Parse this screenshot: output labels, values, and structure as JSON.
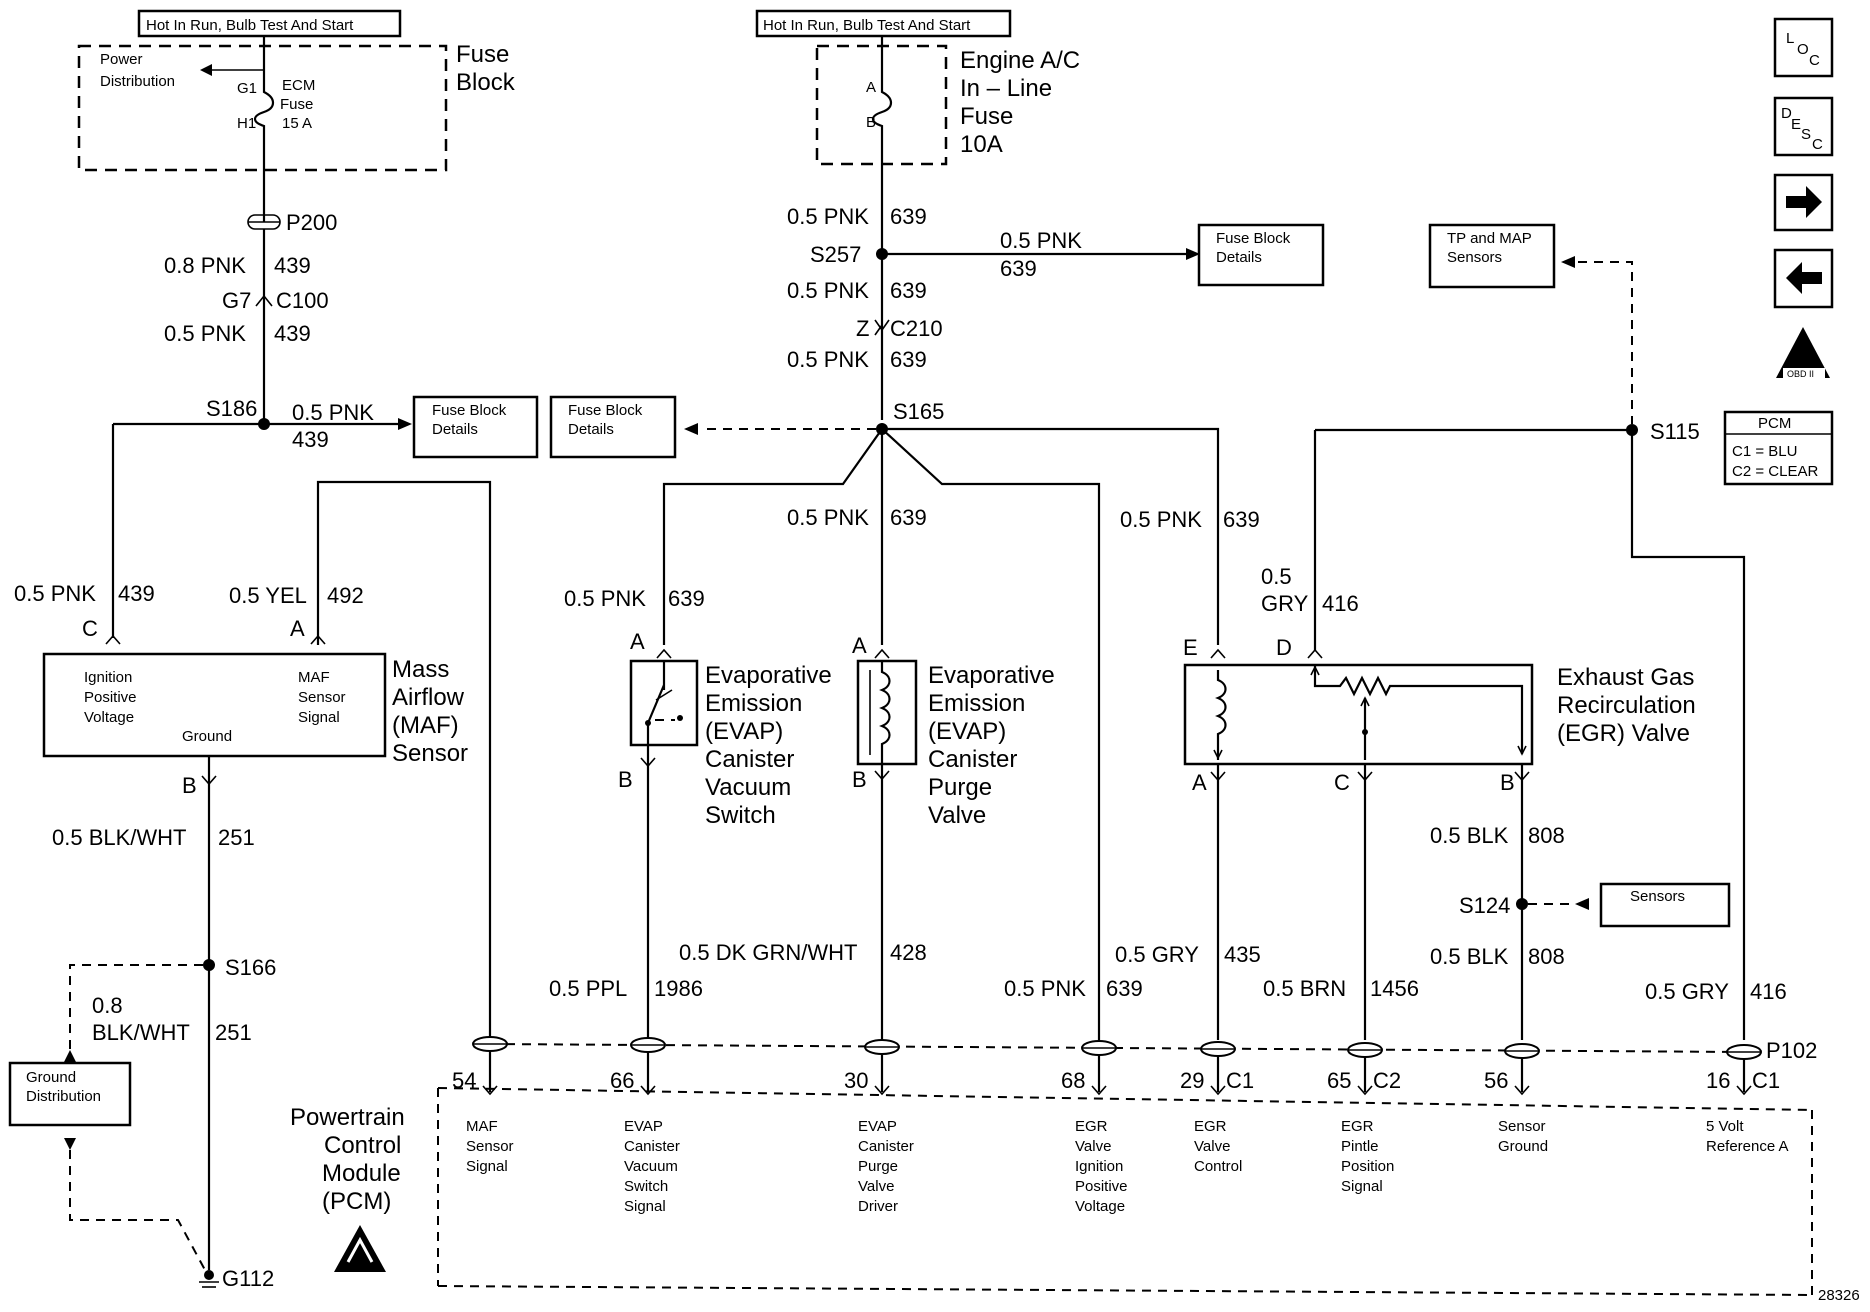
{
  "fuse_block": {
    "hot_label": "Hot In Run, Bulb Test And Start",
    "power_dist": [
      "Power",
      "Distribution"
    ],
    "g1": "G1",
    "h1": "H1",
    "fuse": [
      "ECM",
      "Fuse",
      "15 A"
    ],
    "name": [
      "Fuse",
      "Block"
    ]
  },
  "left_chain": {
    "p200": "P200",
    "w1": "0.8 PNK",
    "w1_id": "439",
    "g7": "G7",
    "c100": "C100",
    "w2": "0.5 PNK",
    "w2_id": "439",
    "s186": "S186",
    "w3": "0.5 PNK",
    "w3_id": "439",
    "fbd1": [
      "Fuse Block",
      "Details"
    ],
    "w4": "0.5 PNK",
    "w4_id": "439",
    "w5": "0.5 YEL",
    "w5_id": "492",
    "pinC": "C",
    "pinA": "A",
    "pinB": "B"
  },
  "maf": {
    "ign": [
      "Ignition",
      "Positive",
      "Voltage"
    ],
    "sig": [
      "MAF",
      "Sensor",
      "Signal"
    ],
    "gnd": "Ground",
    "name": [
      "Mass",
      "Airflow",
      "(MAF)",
      "Sensor"
    ],
    "w_b": "0.5 BLK/WHT",
    "w_b_id": "251",
    "s166": "S166",
    "w_gd1": "0.8",
    "w_gd2": "BLK/WHT",
    "w_gd_id": "251",
    "ground_dist": [
      "Ground",
      "Distribution"
    ],
    "g112": "G112"
  },
  "center": {
    "hot_label": "Hot In Run, Bulb Test And Start",
    "fuse_pinA": "A",
    "fuse_pinB": "B",
    "fuse_name": [
      "Engine A/C",
      "In – Line",
      "Fuse",
      "10A"
    ],
    "w1": "0.5 PNK",
    "w1_id": "639",
    "s257": "S257",
    "w2": "0.5 PNK",
    "w2_id": "639",
    "fbd2": [
      "Fuse Block",
      "Details"
    ],
    "w3": "0.5 PNK",
    "w3_id": "639",
    "z": "Z",
    "c210": "C210",
    "w4": "0.5 PNK",
    "w4_id": "639",
    "s165": "S165",
    "fbd3": [
      "Fuse Block",
      "Details"
    ],
    "w5": "0.5 PNK",
    "w5_id": "639",
    "w6": "0.5 PNK",
    "w6_id": "639",
    "w7": "0.5 PNK",
    "w7_id": "639"
  },
  "evap_switch": {
    "pinA": "A",
    "pinB": "B",
    "name": [
      "Evaporative",
      "Emission",
      "(EVAP)",
      "Canister",
      "Vacuum",
      "Switch"
    ],
    "w_out": "0.5 PPL",
    "w_out_id": "1986"
  },
  "evap_purge": {
    "pinA": "A",
    "pinB": "B",
    "name": [
      "Evaporative",
      "Emission",
      "(EVAP)",
      "Canister",
      "Purge",
      "Valve"
    ],
    "w_out": "0.5 DK GRN/WHT",
    "w_out_id": "428"
  },
  "egr": {
    "pinE": "E",
    "pinD": "D",
    "pinA": "A",
    "pinC": "C",
    "pinB": "B",
    "name": [
      "Exhaust Gas",
      "Recirculation",
      "(EGR) Valve"
    ],
    "w_d1": "0.5",
    "w_d2": "GRY",
    "w_d_id": "416",
    "w_a": "0.5 GRY",
    "w_a_id": "435",
    "w_c": "0.5 BRN",
    "w_c_id": "1456",
    "w_b": "0.5 BLK",
    "w_b_id": "808",
    "s124": "S124",
    "sensors": "Sensors",
    "w_b2": "0.5 BLK",
    "w_b2_id": "808",
    "w_68": "0.5 PNK",
    "w_68_id": "639"
  },
  "right": {
    "tp_map": [
      "TP and MAP",
      "Sensors"
    ],
    "s115": "S115",
    "w_16": "0.5 GRY",
    "w_16_id": "416",
    "p102": "P102",
    "pcm_legend": [
      "PCM",
      "C1 = BLU",
      "C2 = CLEAR"
    ]
  },
  "pcm": {
    "name": [
      "Powertrain",
      "Control",
      "Module",
      "(PCM)"
    ],
    "pins": [
      {
        "num": "54",
        "conn": "",
        "lines": [
          "MAF",
          "Sensor",
          "Signal"
        ]
      },
      {
        "num": "66",
        "conn": "",
        "lines": [
          "EVAP",
          "Canister",
          "Vacuum",
          "Switch",
          "Signal"
        ]
      },
      {
        "num": "30",
        "conn": "",
        "lines": [
          "EVAP",
          "Canister",
          "Purge",
          "Valve",
          "Driver"
        ]
      },
      {
        "num": "68",
        "conn": "",
        "lines": [
          "EGR",
          "Valve",
          "Ignition",
          "Positive",
          "Voltage"
        ]
      },
      {
        "num": "29",
        "conn": "C1",
        "lines": [
          "EGR",
          "Valve",
          "Control"
        ]
      },
      {
        "num": "65",
        "conn": "C2",
        "lines": [
          "EGR",
          "Pintle",
          "Position",
          "Signal"
        ]
      },
      {
        "num": "56",
        "conn": "",
        "lines": [
          "Sensor",
          "Ground"
        ]
      },
      {
        "num": "16",
        "conn": "C1",
        "lines": [
          "5 Volt",
          "Reference A"
        ]
      }
    ]
  },
  "nav": {
    "loc": [
      "L",
      "O",
      "C"
    ],
    "desc": [
      "D",
      "E",
      "S",
      "C"
    ],
    "obd": "OBD II",
    "fig": "28326"
  }
}
